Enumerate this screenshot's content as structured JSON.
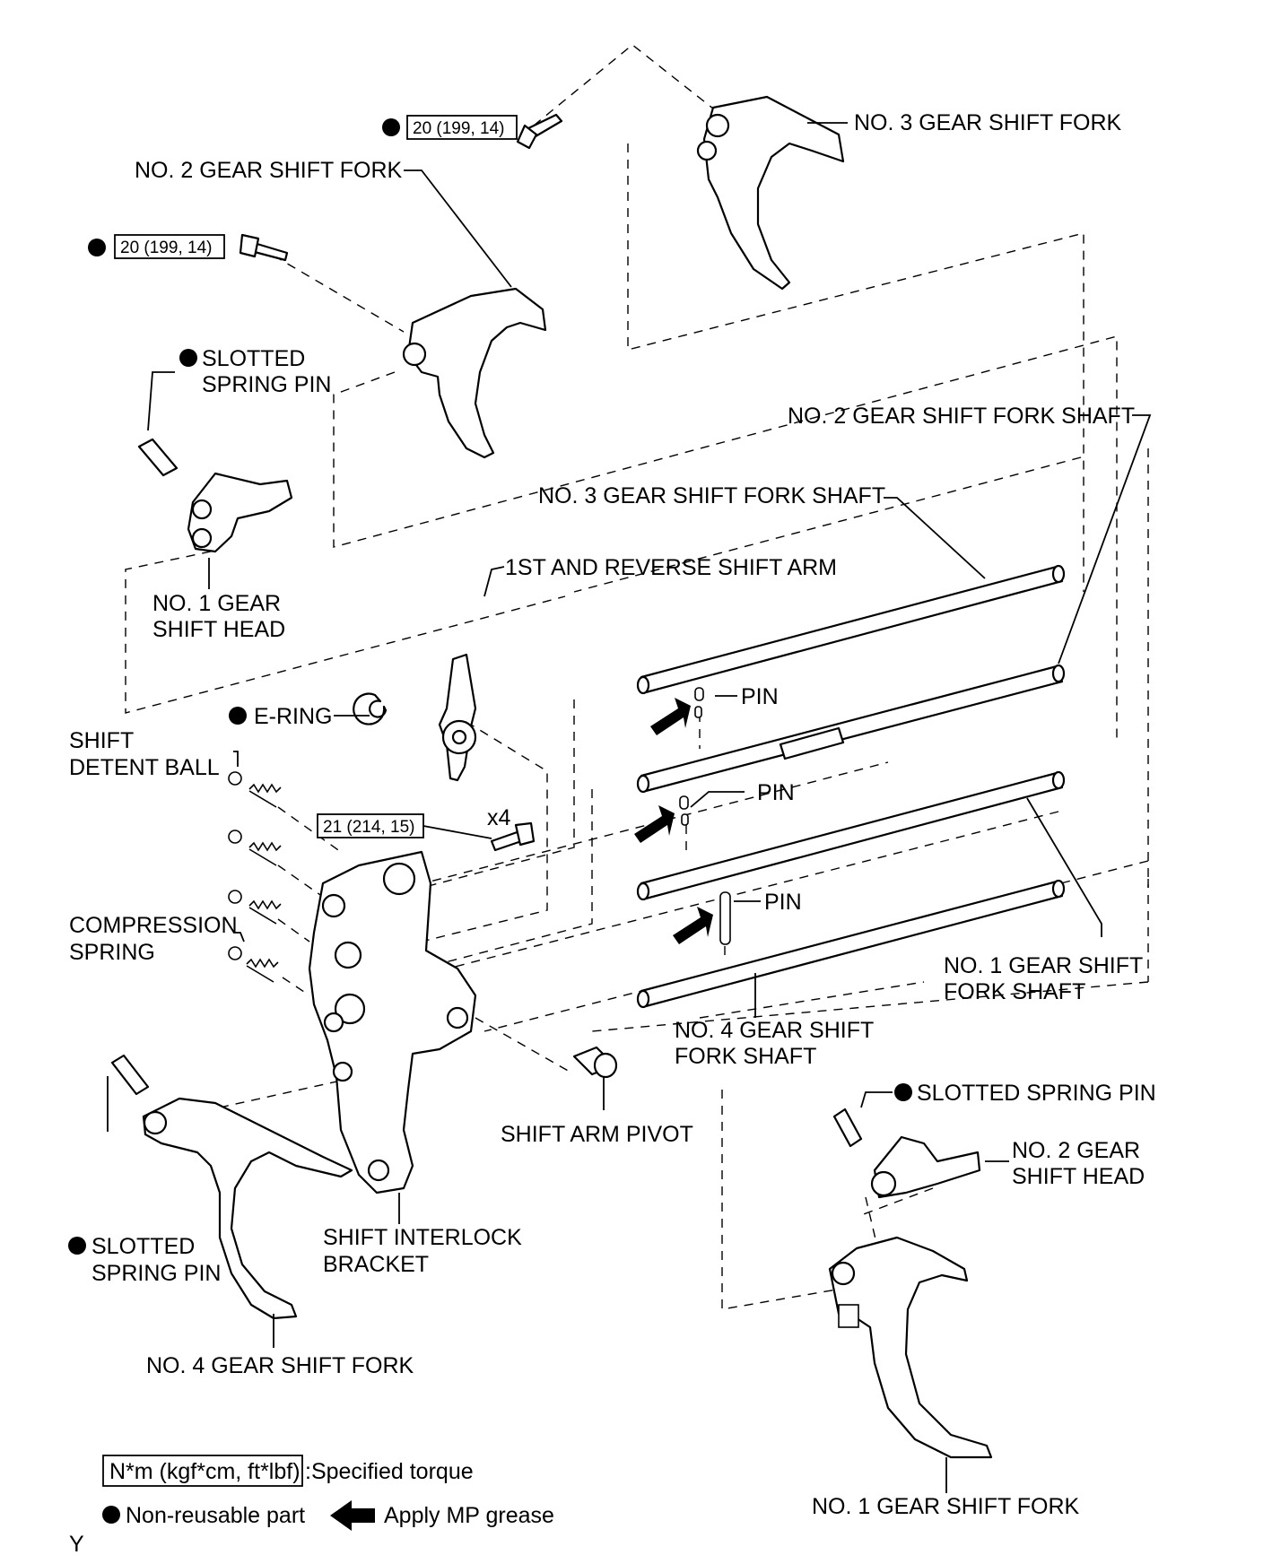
{
  "labels": {
    "no3_fork": "NO. 3 GEAR SHIFT FORK",
    "no2_fork": "NO. 2 GEAR SHIFT FORK",
    "slotted_pin_top_l1": "SLOTTED",
    "slotted_pin_top_l2": "SPRING PIN",
    "no2_shaft": "NO. 2 GEAR SHIFT FORK SHAFT",
    "no3_shaft": "NO. 3 GEAR SHIFT FORK SHAFT",
    "no1_head_l1": "NO. 1 GEAR",
    "no1_head_l2": "SHIFT HEAD",
    "first_rev_arm": "1ST AND REVERSE SHIFT ARM",
    "e_ring": "E-RING",
    "pin1": "PIN",
    "pin2": "PIN",
    "pin3": "PIN",
    "detent_l1": "SHIFT",
    "detent_l2": "DETENT BALL",
    "x4": "x4",
    "compression_l1": "COMPRESSION",
    "compression_l2": "SPRING",
    "no1_shaft_l1": "NO. 1 GEAR SHIFT",
    "no1_shaft_l2": "FORK SHAFT",
    "no4_shaft_l1": "NO. 4 GEAR SHIFT",
    "no4_shaft_l2": "FORK SHAFT",
    "slotted_pin_right": "SLOTTED SPRING PIN",
    "no2_head_l1": "NO. 2 GEAR",
    "no2_head_l2": "SHIFT HEAD",
    "shift_arm_pivot": "SHIFT ARM PIVOT",
    "slotted_pin_left_l1": "SLOTTED",
    "slotted_pin_left_l2": "SPRING PIN",
    "interlock_l1": "SHIFT INTERLOCK",
    "interlock_l2": "BRACKET",
    "no4_fork": "NO. 4 GEAR SHIFT FORK",
    "no1_fork": "NO. 1 GEAR SHIFT FORK",
    "figure_code": "Y"
  },
  "torques": {
    "bolt_top": "20 (199, 14)",
    "bolt_left": "20 (199, 14)",
    "bolt_bracket": "21 (214, 15)"
  },
  "legend": {
    "torque_box": "N*m (kgf*cm, ft*lbf)",
    "torque_desc": ":Specified torque",
    "nonreusable": "Non-reusable part",
    "grease": "Apply MP grease"
  },
  "icons": {
    "nonreusable_marker": "filled-circle-icon",
    "grease_marker": "arrow-left-icon"
  }
}
